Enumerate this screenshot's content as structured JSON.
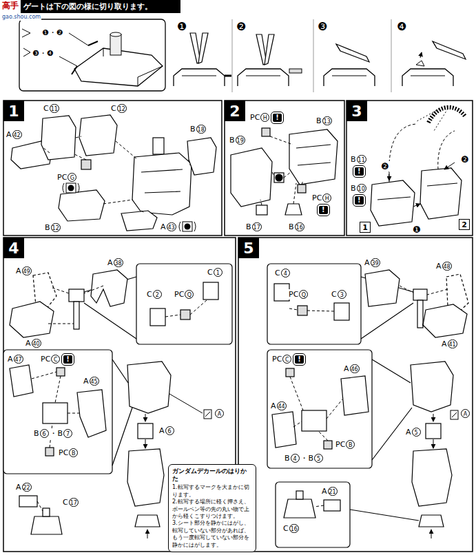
{
  "diagram": {
    "title": "ゲートは下の図の様に切り取ります。",
    "nodes": [
      {
        "text": [
          "1"
        ]
      },
      {
        "text": [
          "2"
        ]
      },
      {
        "text": [
          "3"
        ]
      },
      {
        "text": [
          "4"
        ]
      },
      {
        "text": [
          "5"
        ]
      },
      {
        "text": [
          "1"
        ]
      },
      {
        "text": [
          "2"
        ]
      },
      {
        "text": [
          "ガンダムデカールのはりかた",
          "1.転写するマークを大まかに切ります。",
          "2.転写する場所に軽く押さえ、ボールペン等の先の丸い物で上から軽くこすりつけます。",
          "3.シート部分を静かにはがし、転写していない部分があれば、もう一度転写していない部分を静かにはがします。"
        ]
      }
    ],
    "labels": [
      "高手",
      "gao.shou.com",
      "❶・❷",
      "❸・❹",
      "❶",
      "❷",
      "❸",
      "❹",
      "C",
      "11",
      "C",
      "12",
      "A",
      "42",
      "PC",
      "G",
      "B",
      "18",
      "B",
      "12",
      "A",
      "43",
      "PC",
      "H",
      "!",
      "B",
      "13",
      "B",
      "19",
      "B",
      "17",
      "B",
      "16",
      "PC",
      "H",
      "!",
      "B",
      "11",
      "!",
      "B",
      "10",
      "!",
      "❷",
      "❶",
      "❷",
      "A",
      "49",
      "A",
      "38",
      "C",
      "1",
      "A",
      "40",
      "C",
      "2",
      "PC",
      "Q",
      "A",
      "47",
      "PC",
      "C",
      "!",
      "A",
      "45",
      "B",
      "6",
      "・",
      "B",
      "7",
      "PC",
      "B",
      "A",
      "22",
      "C",
      "17",
      "A",
      "A",
      "6",
      "A",
      "39",
      "A",
      "48",
      "C",
      "4",
      "PC",
      "Q",
      "C",
      "3",
      "A",
      "41",
      "PC",
      "C",
      "!",
      "A",
      "46",
      "A",
      "44",
      "B",
      "4",
      "・",
      "B",
      "5",
      "PC",
      "B",
      "A",
      "A",
      "5",
      "C",
      "16",
      "A",
      "21"
    ]
  }
}
